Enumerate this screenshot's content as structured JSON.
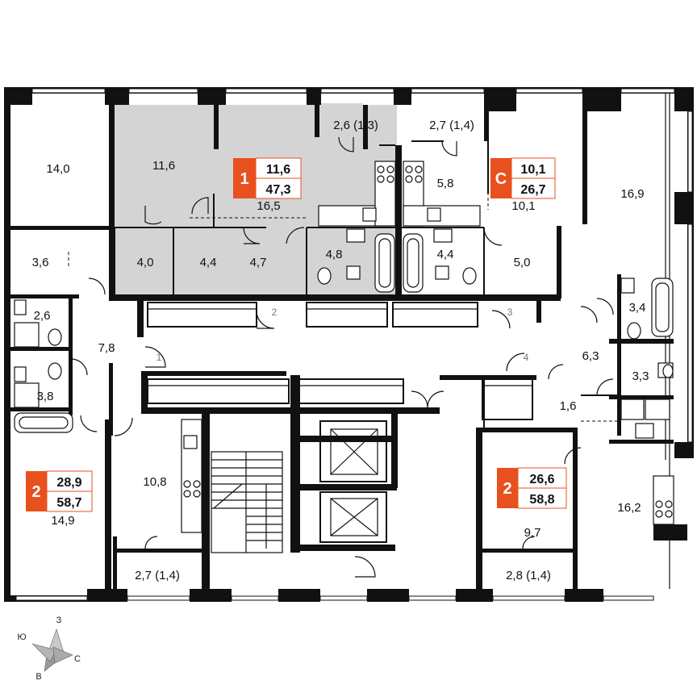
{
  "plan": {
    "accent_color": "#e8501e",
    "selected_fill": "#d4d4d4",
    "rooms": [
      {
        "id": "r-14-0",
        "label": "14,0"
      },
      {
        "id": "r-11-6",
        "label": "11,6"
      },
      {
        "id": "r-16-5",
        "label": "16,5"
      },
      {
        "id": "r-2-6-1-3",
        "label": "2,6 (1,3)"
      },
      {
        "id": "r-2-7-1-4-top",
        "label": "2,7 (1,4)"
      },
      {
        "id": "r-5-8",
        "label": "5,8"
      },
      {
        "id": "r-10-1",
        "label": "10,1"
      },
      {
        "id": "r-16-9",
        "label": "16,9"
      },
      {
        "id": "r-3-6",
        "label": "3,6"
      },
      {
        "id": "r-4-0",
        "label": "4,0"
      },
      {
        "id": "r-4-4-left",
        "label": "4,4"
      },
      {
        "id": "r-4-7",
        "label": "4,7"
      },
      {
        "id": "r-4-8",
        "label": "4,8"
      },
      {
        "id": "r-4-4-right",
        "label": "4,4"
      },
      {
        "id": "r-5-0",
        "label": "5,0"
      },
      {
        "id": "r-2-6",
        "label": "2,6"
      },
      {
        "id": "r-3-4",
        "label": "3,4"
      },
      {
        "id": "r-7-8",
        "label": "7,8"
      },
      {
        "id": "r-6-3",
        "label": "6,3"
      },
      {
        "id": "r-3-3",
        "label": "3,3"
      },
      {
        "id": "r-3-8",
        "label": "3,8"
      },
      {
        "id": "r-1-6",
        "label": "1,6"
      },
      {
        "id": "r-10-8",
        "label": "10,8"
      },
      {
        "id": "r-14-9",
        "label": "14,9"
      },
      {
        "id": "r-9-7",
        "label": "9,7"
      },
      {
        "id": "r-16-2",
        "label": "16,2"
      },
      {
        "id": "r-2-7-1-4-bottom",
        "label": "2,7 (1,4)"
      },
      {
        "id": "r-2-8-1-4",
        "label": "2,8 (1,4)"
      }
    ],
    "door_numbers": [
      "1",
      "2",
      "3",
      "4"
    ],
    "badges": [
      {
        "id": "badge-1",
        "rooms": "1",
        "living": "11,6",
        "total": "47,3"
      },
      {
        "id": "badge-c",
        "rooms": "С",
        "living": "10,1",
        "total": "26,7"
      },
      {
        "id": "badge-2-left",
        "rooms": "2",
        "living": "28,9",
        "total": "58,7"
      },
      {
        "id": "badge-2-right",
        "rooms": "2",
        "living": "26,6",
        "total": "58,8"
      }
    ],
    "compass": {
      "north": "З",
      "west": "Ю",
      "east": "С",
      "south": "В"
    }
  }
}
